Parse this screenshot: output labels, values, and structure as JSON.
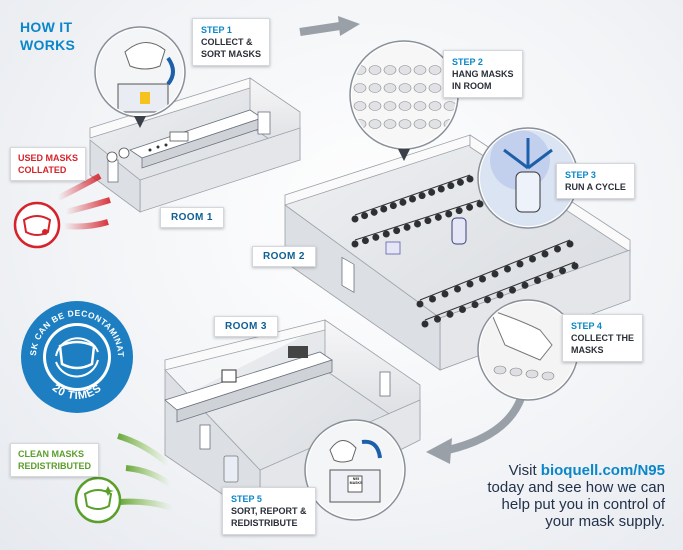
{
  "title": {
    "line1": "HOW IT",
    "line2": "WORKS"
  },
  "steps": [
    {
      "step": "STEP 1",
      "text": "COLLECT &\nSORT MASKS"
    },
    {
      "step": "STEP 2",
      "text": "HANG MASKS\nIN ROOM"
    },
    {
      "step": "STEP 3",
      "text": "RUN A CYCLE"
    },
    {
      "step": "STEP 4",
      "text": "COLLECT THE\nMASKS"
    },
    {
      "step": "STEP 5",
      "text": "SORT, REPORT &\nREDISTRIBUTE"
    }
  ],
  "rooms": {
    "room1": "ROOM 1",
    "room2": "ROOM 2",
    "room3": "ROOM 3"
  },
  "tags": {
    "used": "USED MASKS\nCOLLATED",
    "clean": "CLEAN MASKS\nREDISTRIBUTED"
  },
  "badge": {
    "top": "MASK CAN BE DECONTAMINATED",
    "bottom": "20 TIMES"
  },
  "cta": {
    "prefix": "Visit ",
    "url": "bioquell.com/N95",
    "line2": "today and see how we can",
    "line3": "help put you in control of",
    "line4": "your mask supply."
  },
  "box_label": "N95\nMASKS",
  "colors": {
    "accent": "#0b87c9",
    "red": "#d4232b",
    "green": "#5a9f2a"
  }
}
